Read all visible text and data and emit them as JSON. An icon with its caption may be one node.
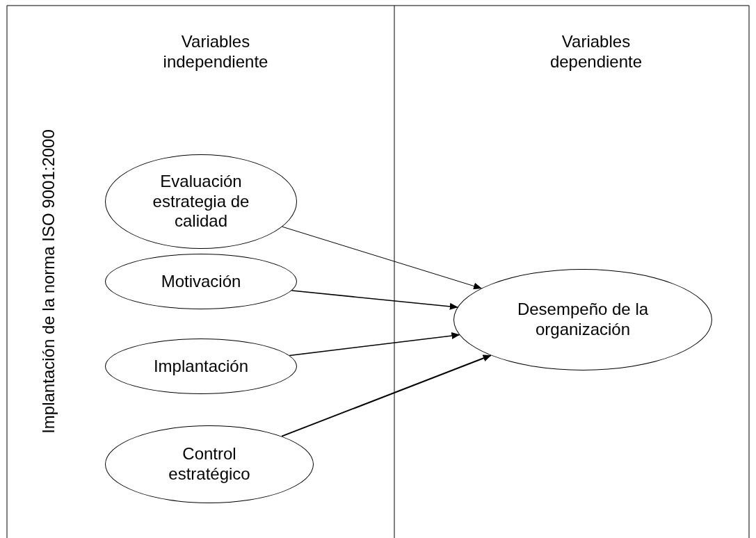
{
  "diagram": {
    "nodes": [
      {
        "text": [
          "Evaluación estrategia de calidad"
        ]
      },
      {
        "text": [
          "Motivación"
        ]
      },
      {
        "text": [
          "Implantación"
        ]
      },
      {
        "text": [
          "Control estratégico"
        ]
      },
      {
        "text": [
          "Desempeño de la organización"
        ]
      }
    ],
    "edges": [
      {
        "from": 0,
        "to": 4,
        "arrow": "to"
      },
      {
        "from": 1,
        "to": 4,
        "arrow": "to"
      },
      {
        "from": 2,
        "to": 4,
        "arrow": "to"
      },
      {
        "from": 3,
        "to": 4,
        "arrow": "to"
      }
    ],
    "labels": [
      "Variables independiente",
      "Variables dependiente",
      "Implantación de la norma ISO 9001:2000"
    ]
  }
}
